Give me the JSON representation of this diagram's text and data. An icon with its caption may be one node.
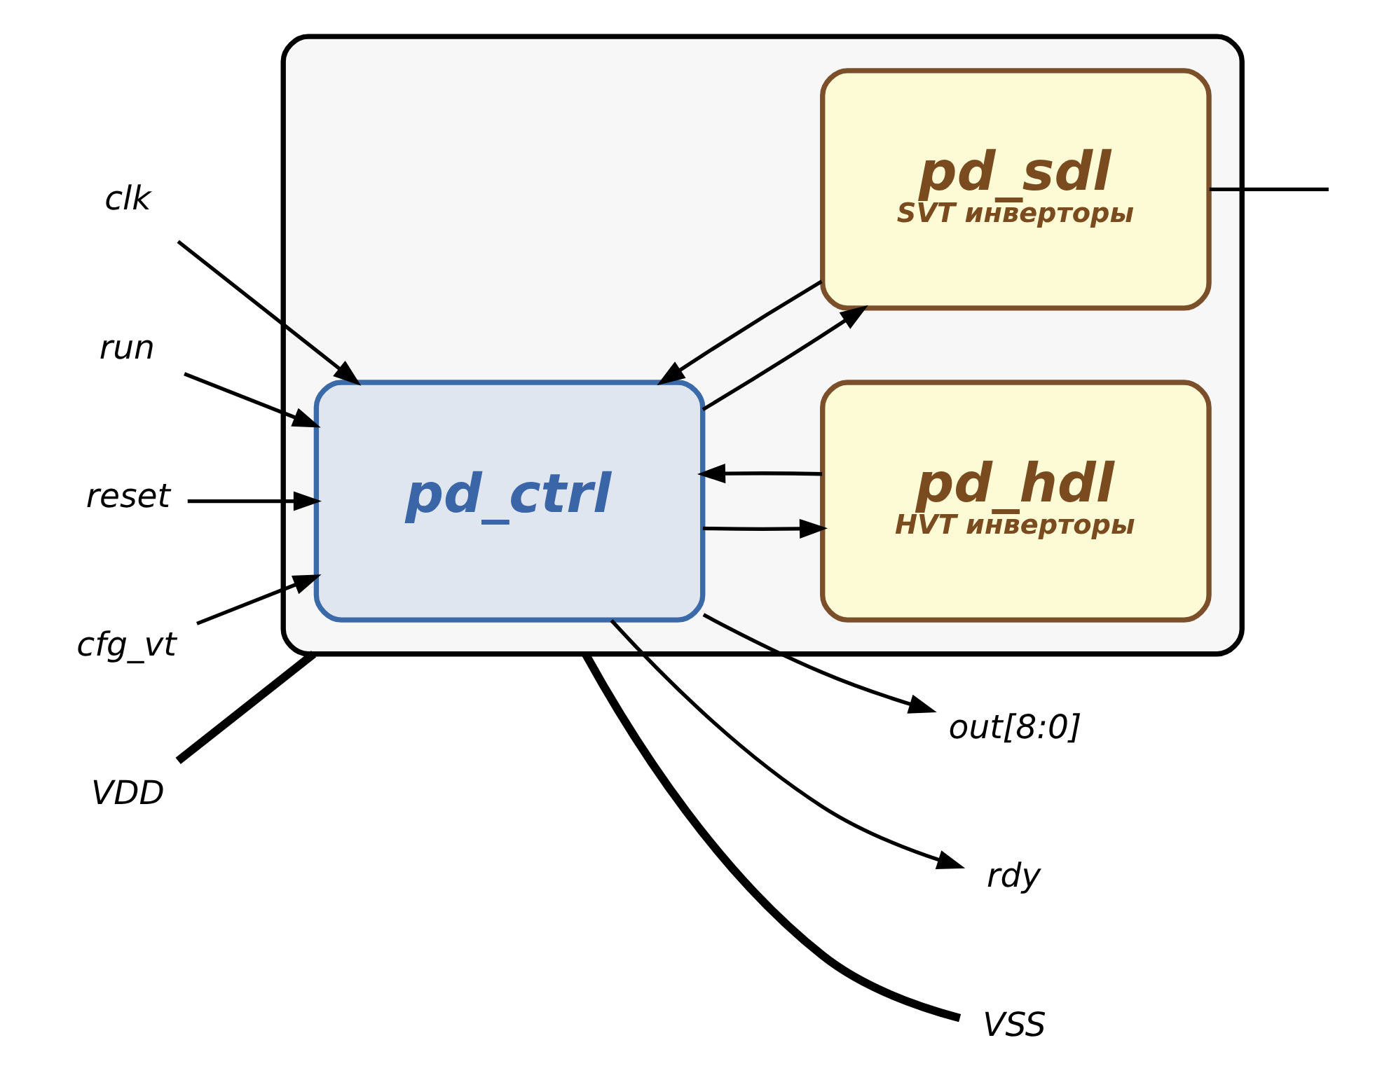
{
  "diagram": {
    "nodes": [
      {
        "text": [],
        "shape": "box"
      },
      {
        "text": [
          "pd_ctrl"
        ],
        "in": 0
      },
      {
        "text": [
          "pd_hdl",
          "HVT инверторы"
        ],
        "in": 0
      },
      {
        "text": [
          "pd_sdl",
          "SVT инверторы"
        ],
        "in": 0
      },
      {
        "text": [
          "clk"
        ]
      },
      {
        "text": [
          "run"
        ]
      },
      {
        "text": [
          "reset"
        ]
      },
      {
        "text": [
          "cfg_vt"
        ]
      },
      {
        "text": [
          "out[8:0]"
        ]
      },
      {
        "text": [
          "rdy"
        ]
      },
      {
        "text": [
          "VDD"
        ]
      },
      {
        "text": [
          "VSS"
        ]
      }
    ],
    "edges": [
      {
        "from": 4,
        "to": 1,
        "arrow": "to"
      },
      {
        "from": 5,
        "to": 1,
        "arrow": "to"
      },
      {
        "from": 6,
        "to": 1,
        "arrow": "to"
      },
      {
        "from": 7,
        "to": 1,
        "arrow": "to"
      },
      {
        "from": 1,
        "to": 8,
        "arrow": "to"
      },
      {
        "from": 1,
        "to": 9,
        "arrow": "to"
      },
      {
        "from": 2,
        "to": 1,
        "arrow": "to"
      },
      {
        "from": 1,
        "to": 2,
        "arrow": "to"
      },
      {
        "from": 1,
        "to": 3,
        "arrow": "to"
      },
      {
        "from": 3,
        "to": 1,
        "arrow": "to"
      },
      {
        "from": 3,
        "to": null,
        "arrow": "none"
      },
      {
        "from": 10,
        "to": 0,
        "arrow": "none",
        "style": "thick"
      },
      {
        "from": 0,
        "to": 11,
        "arrow": "none",
        "style": "thick"
      }
    ]
  }
}
